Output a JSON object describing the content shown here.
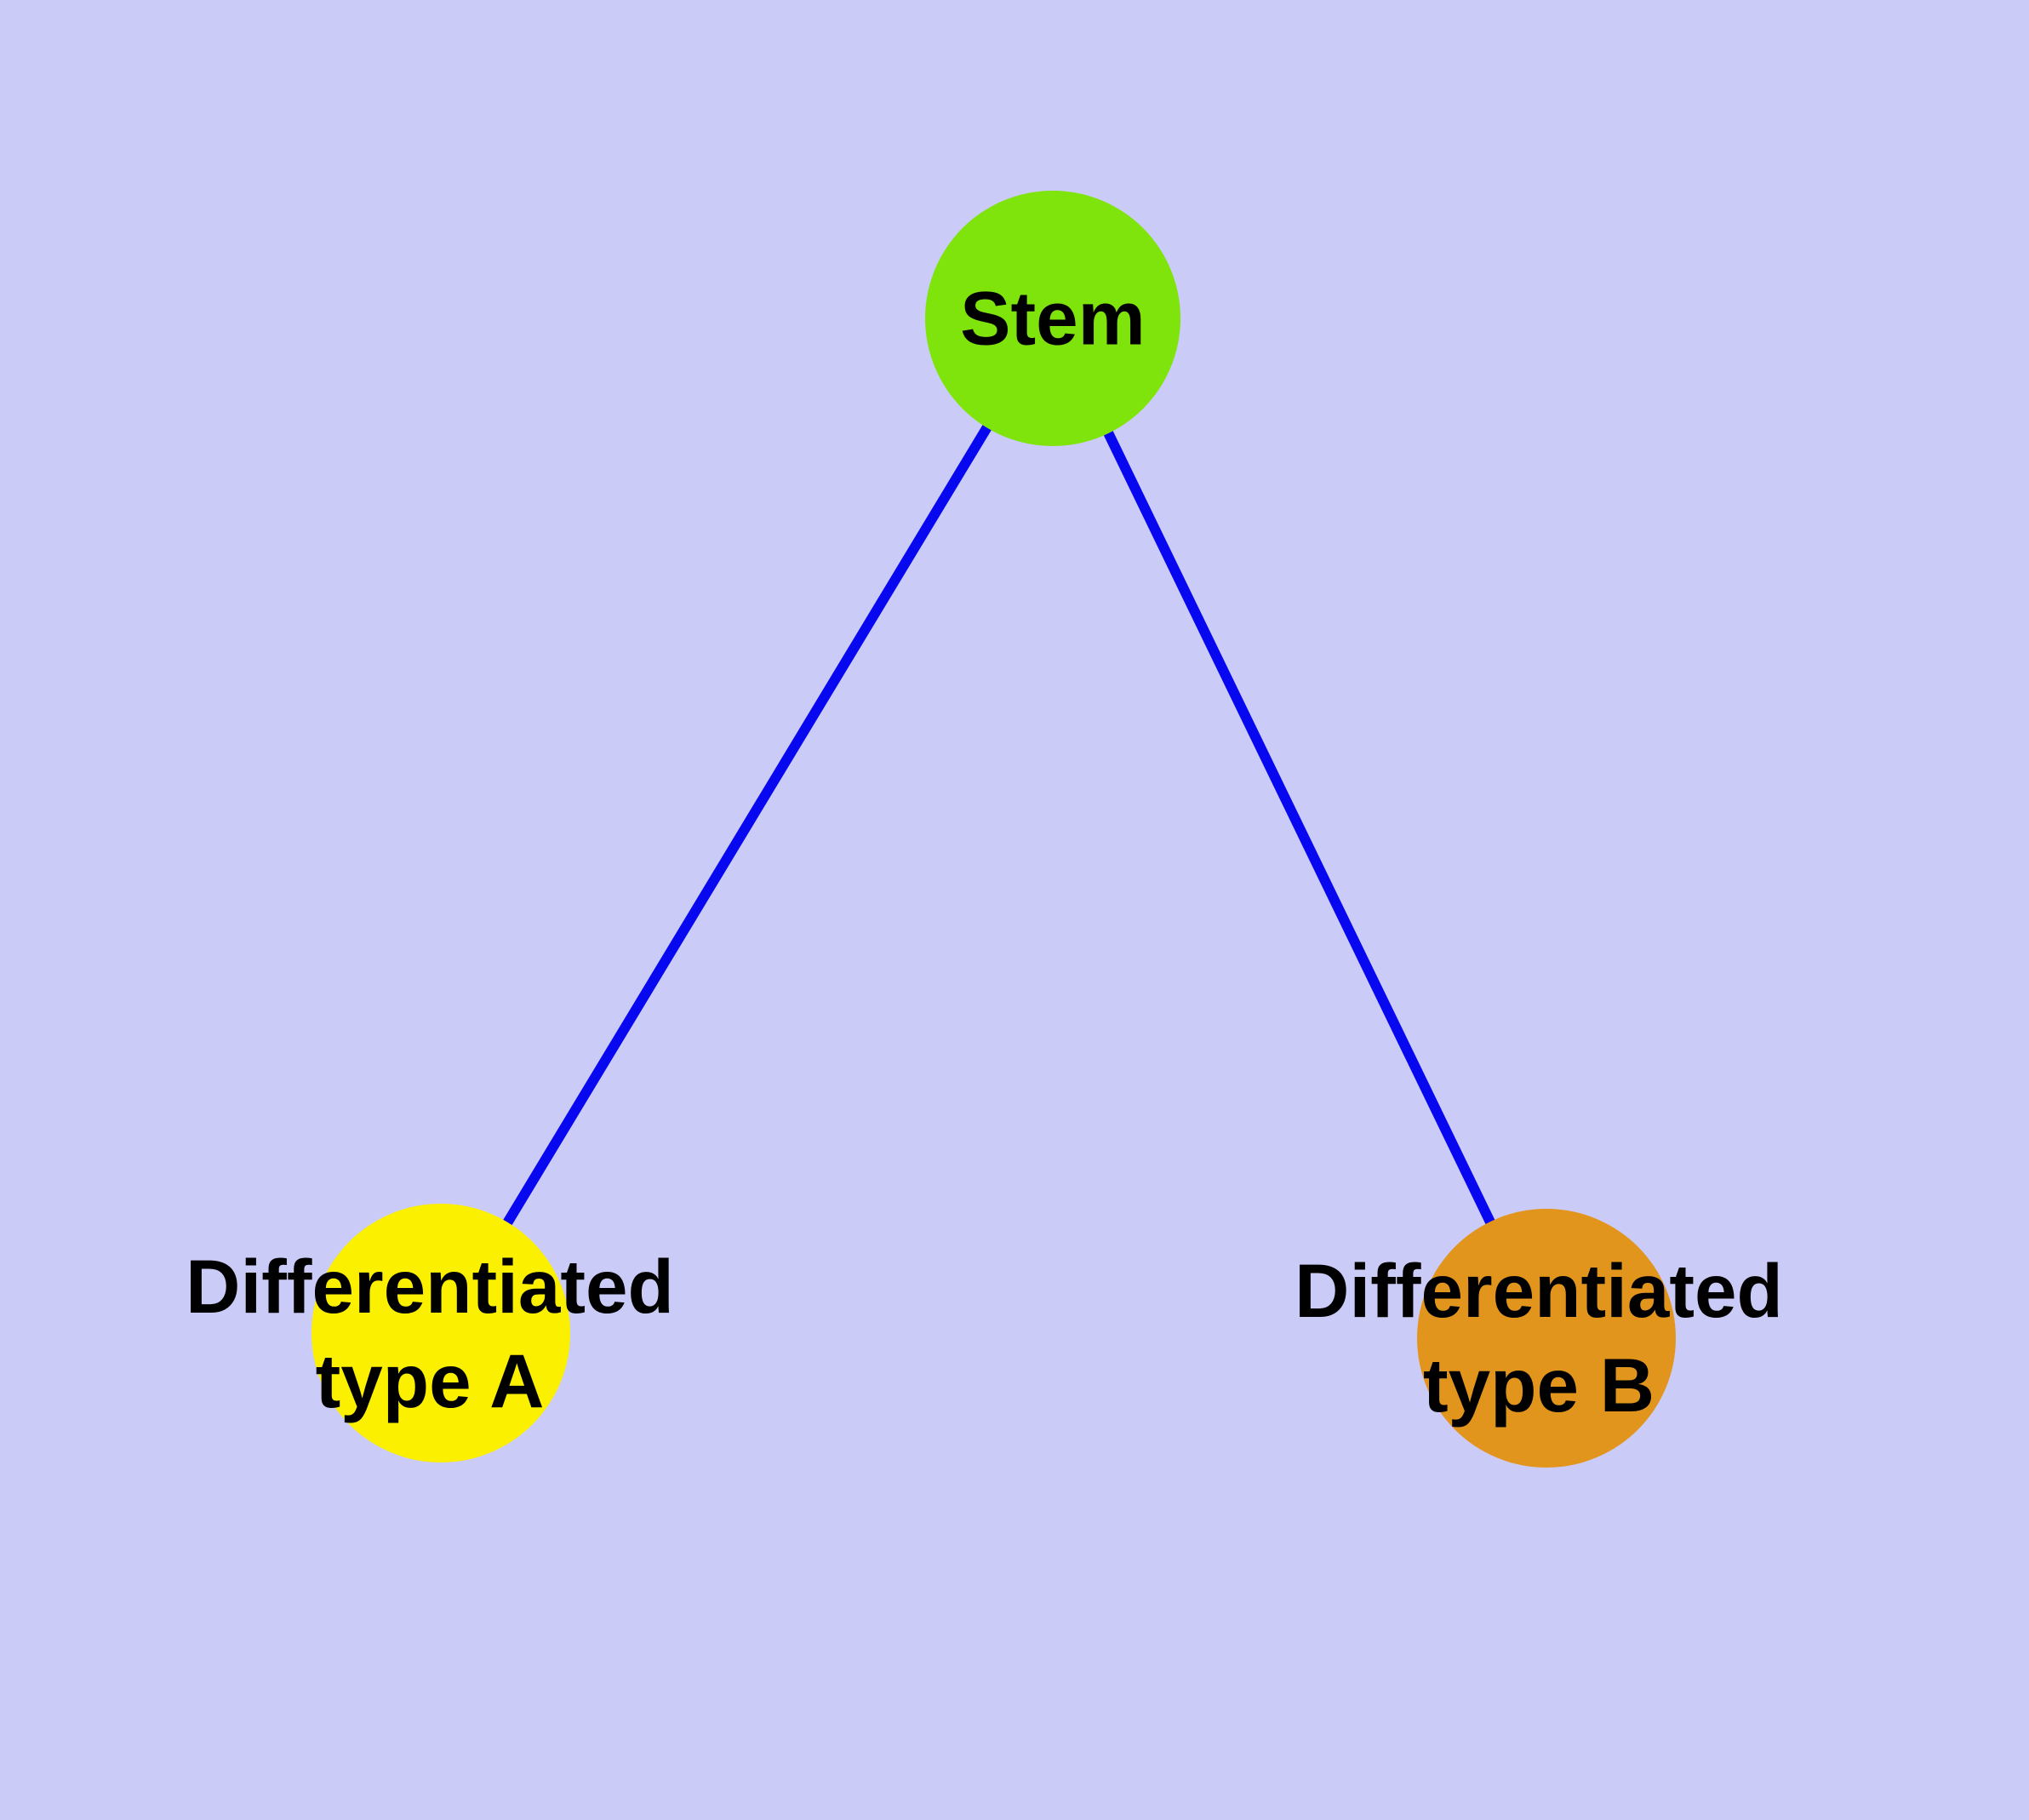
{
  "diagram": {
    "background_color": "#CBCBF7",
    "edge_color": "#0808F0",
    "node_border_color": "#6F6F6F",
    "label_color": "#000000",
    "nodes": [
      {
        "id": "stem",
        "fill": "#7FE30C",
        "label_lines": [
          "Stem"
        ]
      },
      {
        "id": "differentiated-type-a",
        "fill": "#FBF000",
        "label_lines": [
          "Differentiated",
          "type A"
        ]
      },
      {
        "id": "differentiated-type-b",
        "fill": "#E2951D",
        "label_lines": [
          "Differentiated",
          "type B"
        ]
      }
    ],
    "edges": [
      {
        "from": "Stem",
        "to": "Differentiated type A"
      },
      {
        "from": "Stem",
        "to": "Differentiated type B"
      }
    ]
  }
}
